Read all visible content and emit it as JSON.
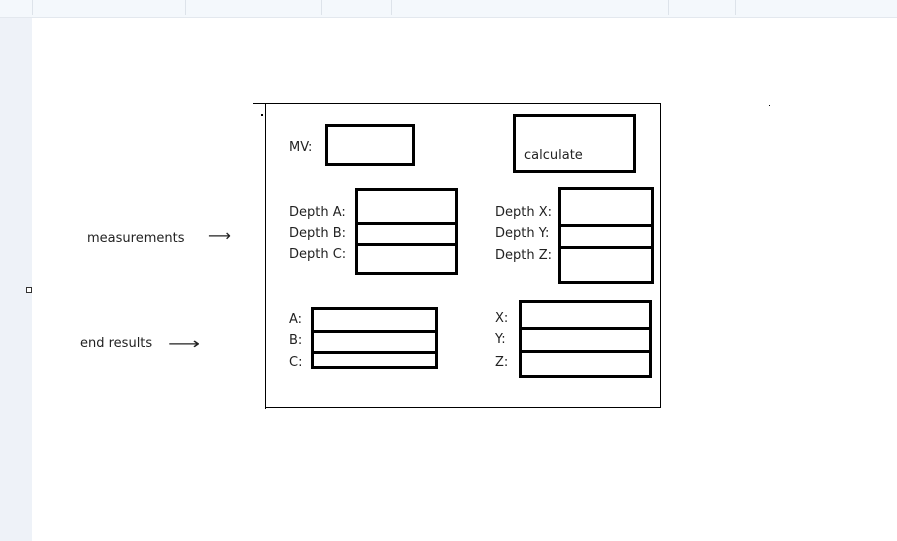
{
  "annotations": {
    "measurements": "measurements",
    "end_results": "end results"
  },
  "form": {
    "mv_label": "MV:",
    "calculate_label": "calculate",
    "depth_labels": [
      "Depth A:",
      "Depth B:",
      "Depth C:"
    ],
    "depth_labels_right": [
      "Depth X:",
      "Depth Y:",
      "Depth Z:"
    ],
    "result_labels": [
      "A:",
      "B:",
      "C:"
    ],
    "result_labels_right": [
      "X:",
      "Y:",
      "Z:"
    ]
  }
}
